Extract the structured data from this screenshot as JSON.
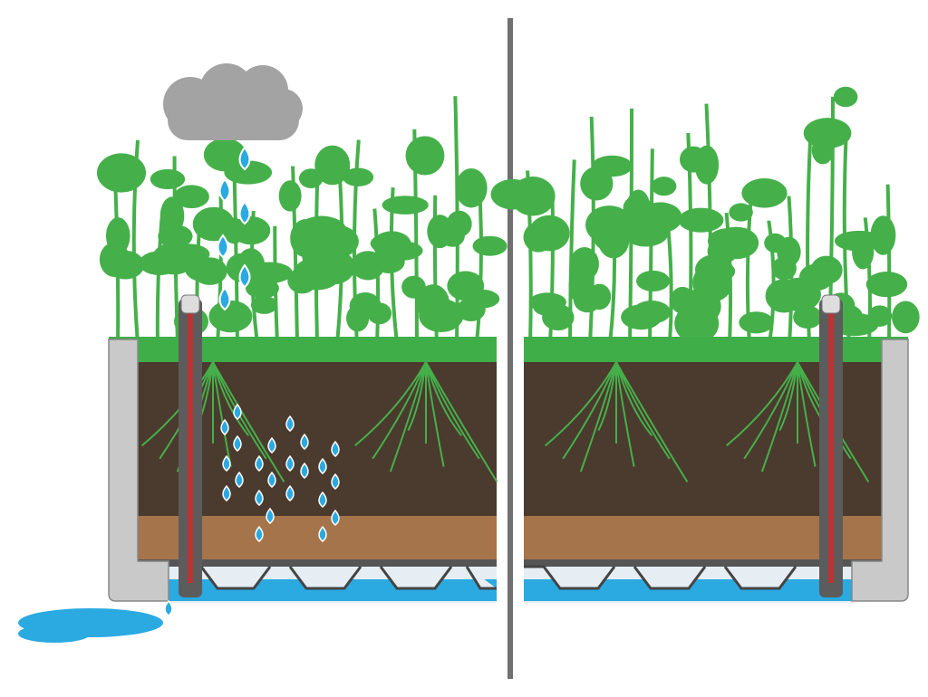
{
  "colors": {
    "plant": "#45b04a",
    "grass": "#3fae49",
    "soil": "#4b3a2e",
    "sand": "#a6744a",
    "water": "#2ba9e1",
    "planter": "#c9c9c9",
    "cloud": "#a3a3a3",
    "divider": "#707070"
  },
  "panels": [
    {
      "id": "left",
      "state": "overflowing"
    },
    {
      "id": "right",
      "state": "normal"
    }
  ]
}
